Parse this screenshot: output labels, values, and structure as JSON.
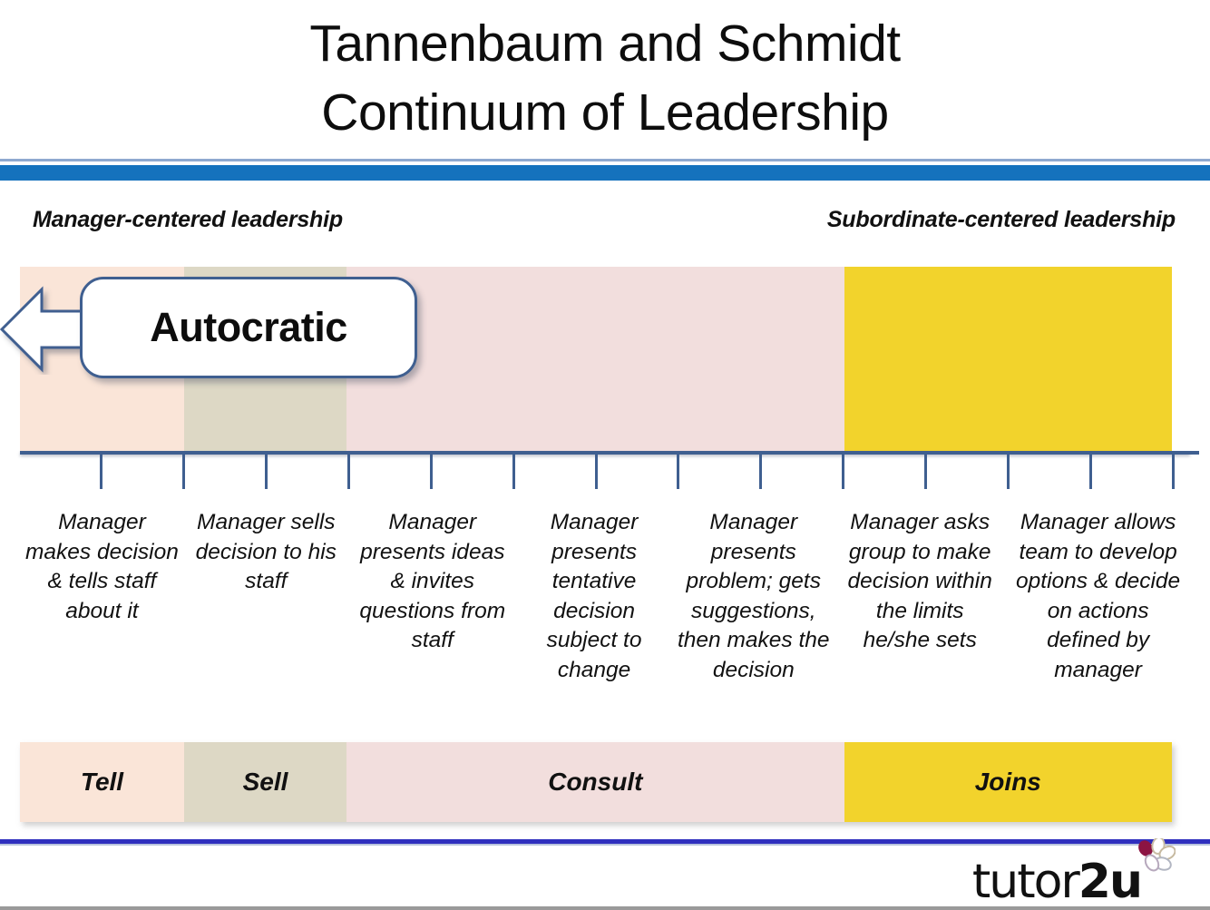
{
  "slide": {
    "title_lines": [
      "Tannenbaum and Schmidt",
      "Continuum of Leadership"
    ],
    "heading_left": "Manager-centered leadership",
    "heading_right": "Subordinate-centered leadership",
    "callout_label": "Autocratic",
    "logo_text_light": "tutor",
    "logo_text_bold": "2u"
  },
  "colors": {
    "tell": "#FAE5D8",
    "sell": "#DDD8C5",
    "consult": "#F2DEDD",
    "joins": "#F2D32C",
    "title_bar_blue": "#1572BD",
    "title_rule_blue": "#8FA9D0",
    "axis_blue": "#3F5F90",
    "footer_rule": "#2F2FBE",
    "callout_border": "#3F5F90",
    "flower_dark": "#8C1443"
  },
  "chart_data": {
    "type": "diagram",
    "title": "Tannenbaum and Schmidt Continuum of Leadership",
    "xlabel": "",
    "ylabel": "",
    "axis_left_label": "Manager-centered leadership",
    "axis_right_label": "Subordinate-centered leadership",
    "tick_count": 14,
    "bands": [
      {
        "name": "Tell",
        "color": "#FAE5D8",
        "width_pct": 14.25
      },
      {
        "name": "Sell",
        "color": "#DDD8C5",
        "width_pct": 14.1
      },
      {
        "name": "Consult",
        "color": "#F2DEDD",
        "width_pct": 43.2
      },
      {
        "name": "Joins",
        "color": "#F2D32C",
        "width_pct": 28.45
      }
    ],
    "steps": [
      {
        "index": 1,
        "band": "Tell",
        "text": "Manager makes decision & tells staff about it",
        "width_pct": 14.0
      },
      {
        "index": 2,
        "band": "Sell",
        "text": "Manager sells decision to his staff",
        "width_pct": 14.0
      },
      {
        "index": 3,
        "band": "Consult",
        "text": "Manager presents ideas & invites questions from staff",
        "width_pct": 14.4
      },
      {
        "index": 4,
        "band": "Consult",
        "text": "Manager presents tentative decision subject to change",
        "width_pct": 13.2
      },
      {
        "index": 5,
        "band": "Consult",
        "text": "Manager presents problem; gets suggestions, then makes the decision",
        "width_pct": 14.0
      },
      {
        "index": 6,
        "band": "Joins",
        "text": "Manager asks group to make decision within the limits he/she sets",
        "width_pct": 14.4
      },
      {
        "index": 7,
        "band": "Joins",
        "text": "Manager allows team to develop options & decide on actions defined by manager",
        "width_pct": 16.0
      }
    ],
    "categories": [
      "Tell",
      "Sell",
      "Consult",
      "Joins"
    ],
    "annotation": "Autocratic"
  }
}
